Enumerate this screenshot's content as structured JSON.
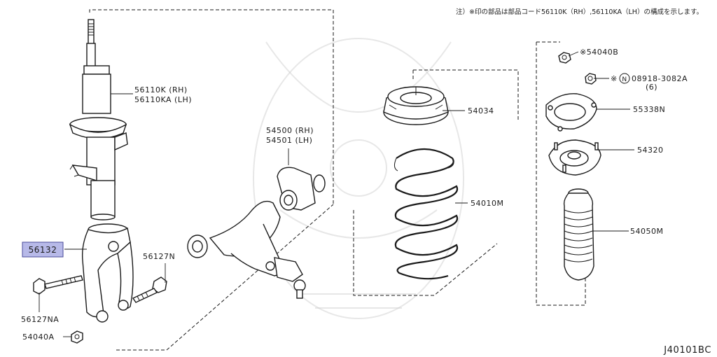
{
  "note": "注）※印の部品は部品コード56110K（RH）,56110KA（LH）の構成を示します。",
  "diagram_code": "J40101BC",
  "labels": {
    "strut_rh": "56110K (RH)",
    "strut_lh": "56110KA (LH)",
    "lower_arm_rh": "54500 (RH)",
    "lower_arm_lh": "54501 (LH)",
    "spring_seat": "54034",
    "spring": "54010M",
    "nut_54040b": "※54040B",
    "nut_08918_prefix": "※",
    "nut_08918_circle": "N",
    "nut_08918": "08918-3082A",
    "nut_08918_qty": "(6)",
    "insulator": "55338N",
    "mount": "54320",
    "bound_bumper": "54050M",
    "fork": "56132",
    "bolt_56127n": "56127N",
    "bolt_56127na": "56127NA",
    "nut_54040a": "54040A"
  },
  "colors": {
    "highlight_fill": "#b7b9e8",
    "highlight_border": "#4a4a9a",
    "line": "#1a1a1a"
  }
}
